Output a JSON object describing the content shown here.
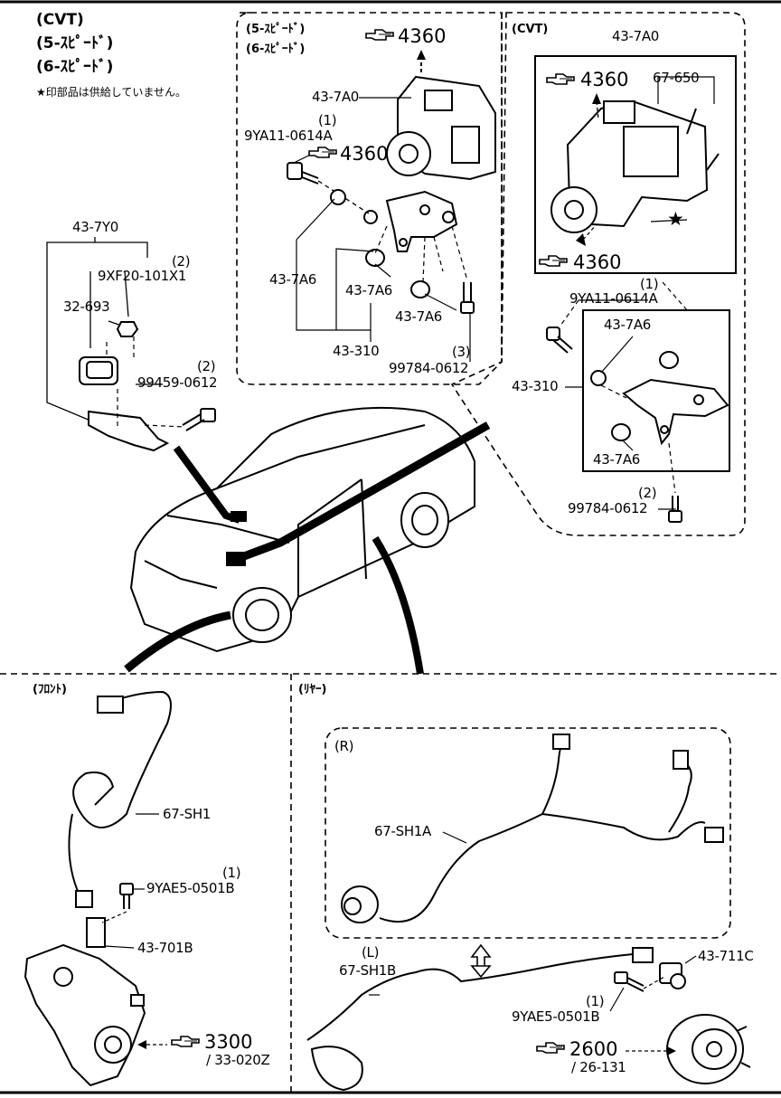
{
  "header": {
    "variants": [
      "(CVT)",
      "(5-ｽﾋﾟｰﾄﾞ)",
      "(6-ｽﾋﾟｰﾄﾞ)"
    ],
    "note": "★印部品は供給していません。"
  },
  "manual_group": {
    "variants": [
      "(5-ｽﾋﾟｰﾄﾞ)",
      "(6-ｽﾋﾟｰﾄﾞ)"
    ],
    "ref_top": "4360",
    "ref_mid": "4360",
    "parts": {
      "hu": "43-7A0",
      "bolt_qty": "(1)",
      "bolt": "9YA11-0614A",
      "bush_a": "43-7A6",
      "bush_b": "43-7A6",
      "bush_c": "43-7A6",
      "bracket": "43-310",
      "bolt2_qty": "(3)",
      "bolt2": "99784-0612"
    }
  },
  "cvt_group": {
    "title": "(CVT)",
    "hu": "43-7A0",
    "ref_top": "4360",
    "ref_bottom": "4360",
    "stud": "67-650",
    "bolt_qty": "(1)",
    "bolt": "9YA11-0614A",
    "bush_a": "43-7A6",
    "bush_b": "43-7A6",
    "bracket": "43-310",
    "bolt2_qty": "(2)",
    "bolt2": "99784-0612",
    "not_supplied_mark": "★"
  },
  "sensor_group": {
    "assy": "43-7Y0",
    "nut_qty": "(2)",
    "nut": "9XF20-101X1",
    "sensor": "32-693",
    "bolt_qty": "(2)",
    "bolt": "99459-0612"
  },
  "front": {
    "title": "(ﾌﾛﾝﾄ)",
    "sensor": "67-SH1",
    "bolt_qty": "(1)",
    "bolt": "9YAE5-0501B",
    "bracket": "43-701B",
    "ref": "3300",
    "ref_sub": "/ 33-020Z"
  },
  "rear": {
    "title": "(ﾘﾔｰ)",
    "right_label": "(R)",
    "right_harness": "67-SH1A",
    "left_label": "(L)",
    "left_harness": "67-SH1B",
    "sensor": "43-711C",
    "bolt_qty": "(1)",
    "bolt": "9YAE5-0501B",
    "ref": "2600",
    "ref_sub": "/ 26-131"
  }
}
